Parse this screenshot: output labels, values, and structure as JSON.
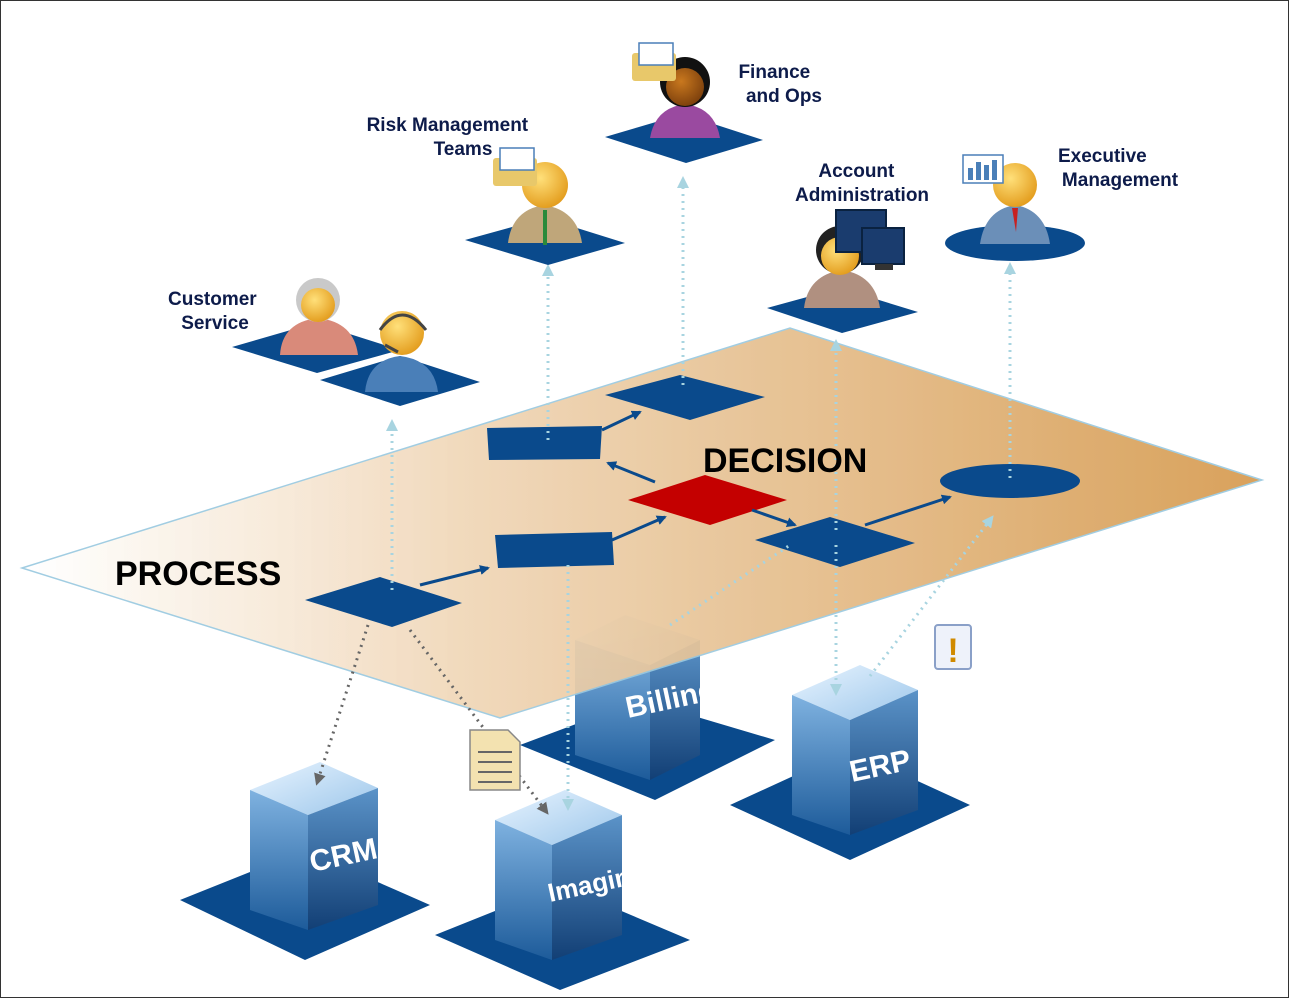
{
  "diagram": {
    "labels": {
      "process": "PROCESS",
      "decision": "DECISION"
    },
    "roles": {
      "customer_service": [
        "Customer",
        "Service"
      ],
      "risk_management": [
        "Risk Management",
        "Teams"
      ],
      "finance_ops": [
        "Finance",
        "and Ops"
      ],
      "account_admin": [
        "Account",
        "Administration"
      ],
      "executive": [
        "Executive",
        "Management"
      ]
    },
    "systems": {
      "crm": "CRM",
      "imaging": "Imaging",
      "billing": "Billing",
      "erp": "ERP"
    },
    "alert_glyph": "!",
    "icons": {
      "alert": "exclamation-icon",
      "document": "document-icon",
      "chart": "bar-chart-icon",
      "folder": "folder-icon",
      "monitor": "monitor-icon",
      "headset": "headset-icon"
    },
    "colors": {
      "node_blue": "#0a4a8c",
      "decision_red": "#c40000",
      "plane_tan": "#d9a05a",
      "arrow_dotted": "#a8d4e0",
      "label_navy": "#0d1b4a"
    }
  }
}
